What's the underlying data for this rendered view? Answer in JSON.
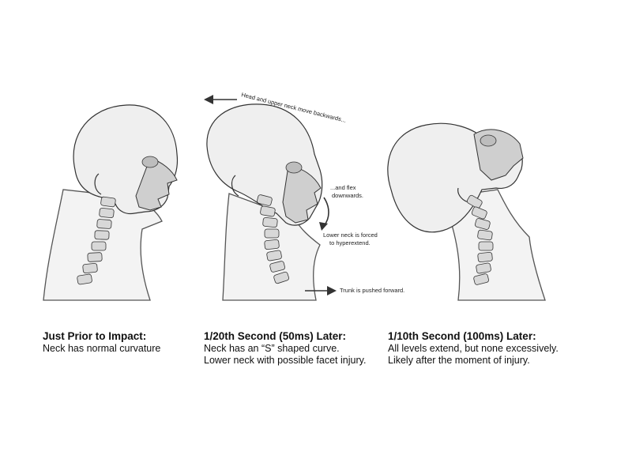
{
  "panels": [
    {
      "id": "prior",
      "title": "Just Prior to Impact:",
      "lines": [
        "Neck has normal curvature"
      ]
    },
    {
      "id": "t50",
      "title": "1/20th Second (50ms) Later:",
      "lines": [
        "Neck has an “S” shaped curve.",
        "Lower neck with possible facet injury."
      ]
    },
    {
      "id": "t100",
      "title": "1/10th Second (100ms) Later:",
      "lines": [
        "All levels extend, but none excessively.",
        "Likely after the moment of injury."
      ]
    }
  ],
  "annotations": {
    "head_back": "Head and upper neck move backwards...",
    "flex_line1": "...and flex",
    "flex_line2": "downwards.",
    "lower_line1": "Lower neck is forced",
    "lower_line2": "to hyperextend.",
    "trunk": "Trunk is pushed forward."
  }
}
